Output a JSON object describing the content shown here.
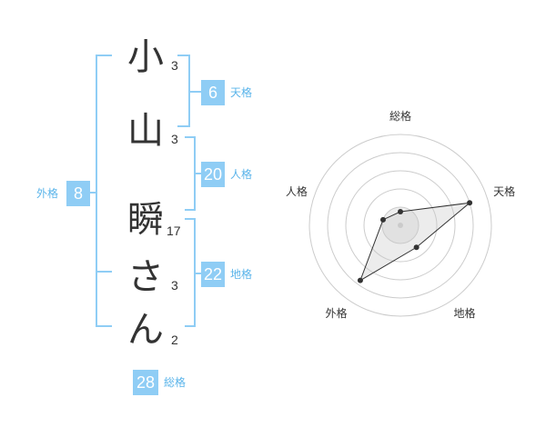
{
  "name": {
    "characters": [
      {
        "char": "小",
        "strokes": "3"
      },
      {
        "char": "山",
        "strokes": "3"
      },
      {
        "char": "瞬",
        "strokes": "17"
      },
      {
        "char": "さ",
        "strokes": "3"
      },
      {
        "char": "ん",
        "strokes": "2"
      }
    ]
  },
  "fortunes": {
    "tenkaku": {
      "value": "6",
      "label": "天格"
    },
    "jinkaku": {
      "value": "20",
      "label": "人格"
    },
    "chikaku": {
      "value": "22",
      "label": "地格"
    },
    "gaikaku": {
      "value": "8",
      "label": "外格"
    },
    "soukaku": {
      "value": "28",
      "label": "総格"
    }
  },
  "colors": {
    "accent": "#8fcdf5",
    "label": "#5ab4ea",
    "text": "#333333",
    "grid": "#cccccc"
  },
  "chart_data": {
    "type": "radar",
    "axes": [
      "総格",
      "天格",
      "地格",
      "外格",
      "人格"
    ],
    "values": [
      0.15,
      0.8,
      0.3,
      0.75,
      0.2
    ],
    "range": [
      0,
      1
    ],
    "rings": 5
  }
}
